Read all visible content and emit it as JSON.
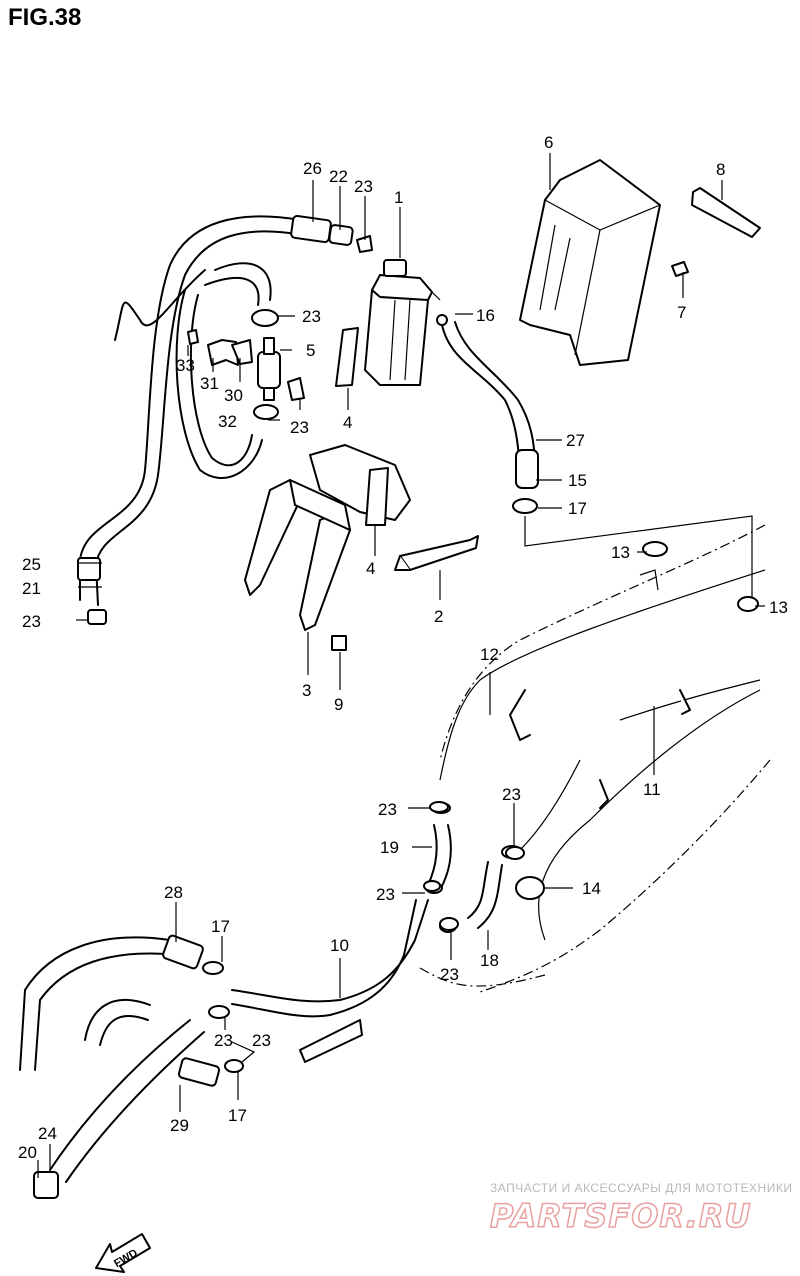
{
  "figure": {
    "title": "FIG.38"
  },
  "colors": {
    "line": "#000000",
    "background": "#ffffff",
    "watermark_logo": "#e8a0a0",
    "watermark_text": "#b8b8b8"
  },
  "labels": [
    {
      "id": "1",
      "text": "1"
    },
    {
      "id": "2",
      "text": "2"
    },
    {
      "id": "3",
      "text": "3"
    },
    {
      "id": "4a",
      "text": "4"
    },
    {
      "id": "4b",
      "text": "4"
    },
    {
      "id": "5",
      "text": "5"
    },
    {
      "id": "6",
      "text": "6"
    },
    {
      "id": "7",
      "text": "7"
    },
    {
      "id": "8",
      "text": "8"
    },
    {
      "id": "9",
      "text": "9"
    },
    {
      "id": "10",
      "text": "10"
    },
    {
      "id": "11",
      "text": "11"
    },
    {
      "id": "12",
      "text": "12"
    },
    {
      "id": "13a",
      "text": "13"
    },
    {
      "id": "13b",
      "text": "13"
    },
    {
      "id": "14",
      "text": "14"
    },
    {
      "id": "15",
      "text": "15"
    },
    {
      "id": "16",
      "text": "16"
    },
    {
      "id": "17a",
      "text": "17"
    },
    {
      "id": "17b",
      "text": "17"
    },
    {
      "id": "17c",
      "text": "17"
    },
    {
      "id": "18",
      "text": "18"
    },
    {
      "id": "19",
      "text": "19"
    },
    {
      "id": "20",
      "text": "20"
    },
    {
      "id": "21",
      "text": "21"
    },
    {
      "id": "22",
      "text": "22"
    },
    {
      "id": "23a",
      "text": "23"
    },
    {
      "id": "23b",
      "text": "23"
    },
    {
      "id": "23c",
      "text": "23"
    },
    {
      "id": "23d",
      "text": "23"
    },
    {
      "id": "23e",
      "text": "23"
    },
    {
      "id": "23f",
      "text": "23"
    },
    {
      "id": "23g",
      "text": "23"
    },
    {
      "id": "23h",
      "text": "23"
    },
    {
      "id": "23i",
      "text": "23"
    },
    {
      "id": "23j",
      "text": "23"
    },
    {
      "id": "24",
      "text": "24"
    },
    {
      "id": "25",
      "text": "25"
    },
    {
      "id": "26",
      "text": "26"
    },
    {
      "id": "27",
      "text": "27"
    },
    {
      "id": "28",
      "text": "28"
    },
    {
      "id": "29",
      "text": "29"
    },
    {
      "id": "30",
      "text": "30"
    },
    {
      "id": "31",
      "text": "31"
    },
    {
      "id": "32",
      "text": "32"
    },
    {
      "id": "33",
      "text": "33"
    }
  ],
  "fwd_arrow": {
    "text": "FWD"
  },
  "watermark": {
    "caption": "ЗАПЧАСТИ И АКСЕССУАРЫ ДЛЯ МОТОТЕХНИКИ",
    "logo": "PARTSFOR.RU"
  }
}
